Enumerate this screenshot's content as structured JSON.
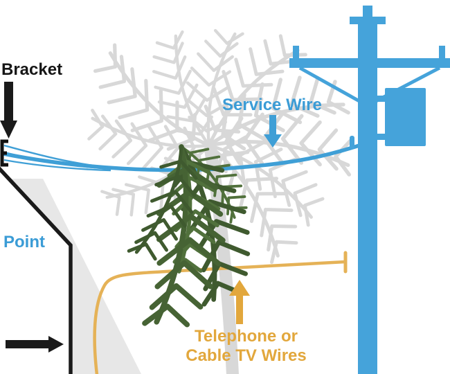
{
  "diagram": {
    "description": "Utility diagram showing a service wire running from a utility pole to a house bracket, with a palm tree between them",
    "labels": {
      "bracket": "Bracket",
      "service_wire": "Service Wire",
      "attachment_point": "Point",
      "telephone_line1": "Telephone or",
      "telephone_line2": "Cable TV Wires"
    },
    "colors": {
      "service_blue": "#3f9fd6",
      "telephone_text_orange": "#e2a73c",
      "telephone_wire_orange": "#e5b257",
      "arrow_black": "#1a1a1a",
      "palm_green_dark": "#3f5a2f",
      "palm_green": "#51713c",
      "palm_faded_gray": "#d8d8d8",
      "house_side_gray": "#e7e7e7"
    },
    "arrows": [
      {
        "name": "bracket-arrow",
        "direction": "down",
        "points_to": "bracket on house"
      },
      {
        "name": "service-wire-arrow",
        "direction": "down",
        "points_to": "service wire"
      },
      {
        "name": "telephone-arrow",
        "direction": "up",
        "points_to": "telephone / cable tv wires"
      },
      {
        "name": "house-arrow",
        "direction": "right",
        "points_to": "house wall"
      }
    ],
    "elements": [
      "utility-pole",
      "crossarm",
      "transformer-box",
      "service-wire",
      "telephone-wire",
      "house-roof",
      "house-wall",
      "palm-tree-faded",
      "palm-fronds-green"
    ]
  }
}
